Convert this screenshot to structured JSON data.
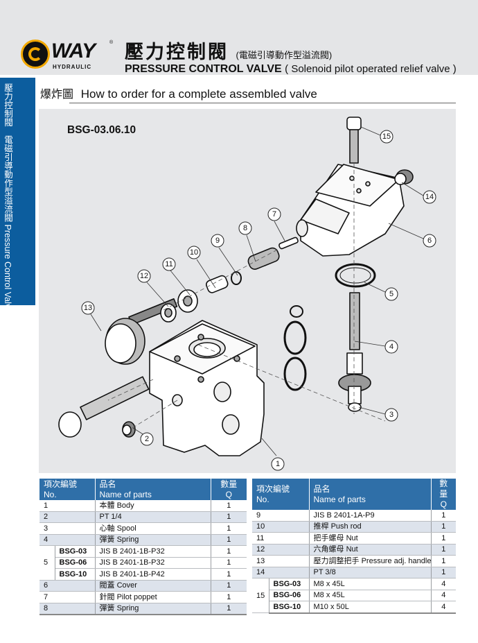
{
  "brand": {
    "logo_text": "WAY",
    "logo_prefix": "O",
    "logo_sub": "HYDRAULIC",
    "registered": "®"
  },
  "header": {
    "title_zh": "壓力控制閥",
    "subtitle_zh": "(電磁引導動作型溢流閥)",
    "title_en": "PRESSURE CONTROL VALVE",
    "subtitle_en": "( Solenoid pilot operated relief valve )"
  },
  "side_tab": {
    "text": "壓力控制閥　電磁引導動作型溢流閥 Pressure Control Valve (Solenoid pilot operated relief valve)"
  },
  "section": {
    "label_zh": "爆炸圖",
    "label_en": "How to order for a complete assembled valve"
  },
  "diagram": {
    "model": "BSG-03.06.10",
    "callouts": [
      "1",
      "2",
      "3",
      "4",
      "5",
      "6",
      "7",
      "8",
      "9",
      "10",
      "11",
      "12",
      "13",
      "14",
      "15"
    ]
  },
  "table_headers": {
    "no_zh": "項次編號",
    "no_en": "No.",
    "name_zh": "品名",
    "name_en": "Name of parts",
    "qty_zh": "數量",
    "qty_en": "Q"
  },
  "left_table": [
    {
      "no": "1",
      "name": "本體 Body",
      "q": "1"
    },
    {
      "no": "2",
      "name": "PT 1/4",
      "q": "1"
    },
    {
      "no": "3",
      "name": "心軸 Spool",
      "q": "1"
    },
    {
      "no": "4",
      "name": "彈簧 Spring",
      "q": "1"
    },
    {
      "no": "5",
      "sub": "BSG-03",
      "name": "JIS B 2401-1B-P32",
      "q": "1"
    },
    {
      "no": "",
      "sub": "BSG-06",
      "name": "JIS B 2401-1B-P32",
      "q": "1"
    },
    {
      "no": "",
      "sub": "BSG-10",
      "name": "JIS B 2401-1B-P42",
      "q": "1"
    },
    {
      "no": "6",
      "name": "閥蓋 Cover",
      "q": "1"
    },
    {
      "no": "7",
      "name": "針閥 Pilot poppet",
      "q": "1"
    },
    {
      "no": "8",
      "name": "彈簧 Spring",
      "q": "1"
    }
  ],
  "right_table": [
    {
      "no": "9",
      "name": "JIS B 2401-1A-P9",
      "q": "1"
    },
    {
      "no": "10",
      "name": "推桿 Push rod",
      "q": "1"
    },
    {
      "no": "11",
      "name": "把手螺母 Nut",
      "q": "1"
    },
    {
      "no": "12",
      "name": "六角螺母 Nut",
      "q": "1"
    },
    {
      "no": "13",
      "name": "壓力調整把手 Pressure adj. handle",
      "q": "1"
    },
    {
      "no": "14",
      "name": "PT 3/8",
      "q": "1"
    },
    {
      "no": "15",
      "sub": "BSG-03",
      "name": "M8 x 45L",
      "q": "4"
    },
    {
      "no": "",
      "sub": "BSG-06",
      "name": "M8 x 45L",
      "q": "4"
    },
    {
      "no": "",
      "sub": "BSG-10",
      "name": "M10 x 50L",
      "q": "4"
    }
  ],
  "colors": {
    "header_blue": "#2f6fa8",
    "side_tab_blue": "#0c5d9e",
    "logo_orange": "#f2a800",
    "band_gray": "#e4e5e7",
    "alt_row": "#dde3ec"
  }
}
